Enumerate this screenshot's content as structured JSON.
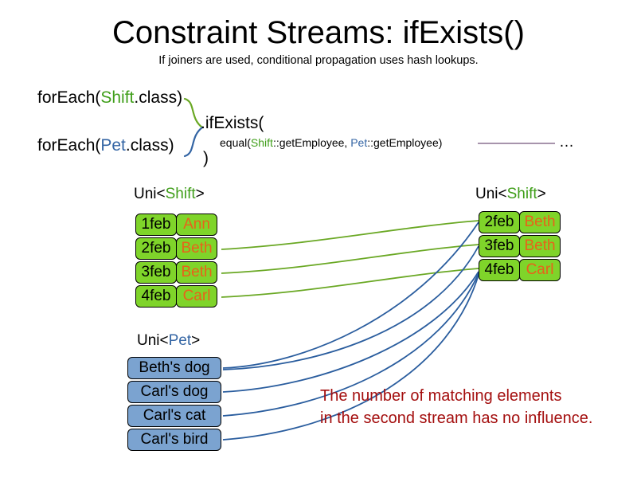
{
  "slide": {
    "title": "Constraint Streams: ifExists()",
    "subtitle": "If joiners are used, conditional propagation uses hash lookups."
  },
  "code": {
    "foreach_shift": {
      "prefix": "forEach(",
      "type": "Shift",
      "suffix": ".class)"
    },
    "foreach_pet": {
      "prefix": "forEach(",
      "type": "Pet",
      "suffix": ".class)"
    },
    "ifexists": ".ifExists(",
    "equal": {
      "prefix": "equal(",
      "left_type": "Shift",
      "left_method": "::getEmployee, ",
      "right_type": "Pet",
      "right_method": "::getEmployee)"
    },
    "close_paren": ")",
    "ellipsis": "…"
  },
  "streams": {
    "left_shift": {
      "label_prefix": "Uni<",
      "label_type": "Shift",
      "label_suffix": ">",
      "rows": [
        {
          "date": "1feb",
          "name": "Ann"
        },
        {
          "date": "2feb",
          "name": "Beth"
        },
        {
          "date": "3feb",
          "name": "Beth"
        },
        {
          "date": "4feb",
          "name": "Carl"
        }
      ]
    },
    "right_shift": {
      "label_prefix": "Uni<",
      "label_type": "Shift",
      "label_suffix": ">",
      "rows": [
        {
          "date": "2feb",
          "name": "Beth"
        },
        {
          "date": "3feb",
          "name": "Beth"
        },
        {
          "date": "4feb",
          "name": "Carl"
        }
      ]
    },
    "left_pet": {
      "label_prefix": "Uni<",
      "label_type": "Pet",
      "label_suffix": ">",
      "rows": [
        {
          "name": "Beth's dog"
        },
        {
          "name": "Carl's dog"
        },
        {
          "name": "Carl's cat"
        },
        {
          "name": "Carl's bird"
        }
      ]
    }
  },
  "annotation": {
    "line1": "The number of matching elements",
    "line2": "in the second stream has no influence."
  },
  "colors": {
    "shift_green": "#3f9e19",
    "pet_blue": "#3465a4",
    "fact_green_fill": "#7fd42a",
    "fact_blue_fill": "#7ba3d0",
    "name_orange": "#e8621a",
    "annotation_red": "#a40f0f",
    "wire_green": "#6aa824",
    "wire_blue": "#2a5d9e",
    "rule_purple": "#8a7090"
  }
}
